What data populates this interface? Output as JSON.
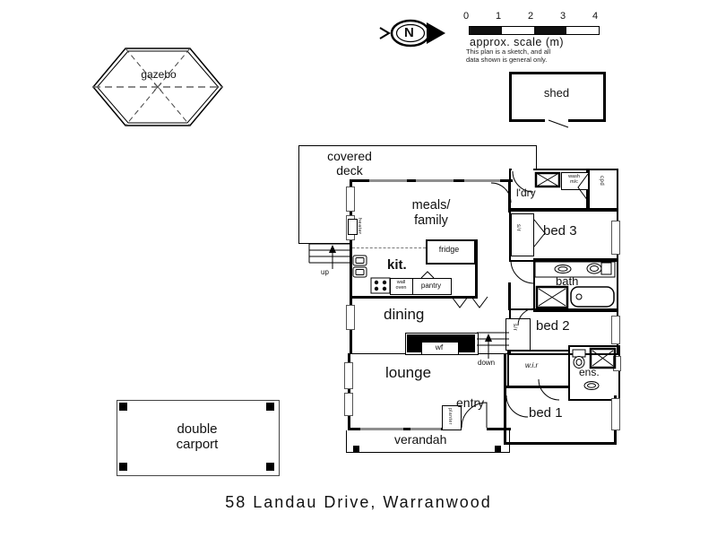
{
  "address": "58 Landau Drive, Warranwood",
  "compass": {
    "n": "N"
  },
  "scalebar": {
    "t0": "0",
    "t1": "1",
    "t2": "2",
    "t3": "3",
    "t4": "4",
    "caption": "approx. scale (m)",
    "note1": "This plan is a sketch, and all",
    "note2": "data shown is general only."
  },
  "outbuildings": {
    "gazebo": "gazebo",
    "shed": "shed",
    "carport_l1": "double",
    "carport_l2": "carport"
  },
  "rooms": {
    "deck_l1": "covered",
    "deck_l2": "deck",
    "meals_l1": "meals/",
    "meals_l2": "family",
    "laundry": "l'dry",
    "bed3": "bed 3",
    "kitchen": "kit.",
    "bath": "bath",
    "dining": "dining",
    "bed2": "bed 2",
    "lounge": "lounge",
    "entry": "entry",
    "verandah": "verandah",
    "wir": "w.i.r",
    "ensuite": "ens.",
    "bed1": "bed 1"
  },
  "fixtures": {
    "fridge": "fridge",
    "wash_l1": "wash",
    "wash_l2": "m/c",
    "cpd": "cpd",
    "sr1": "s/r",
    "sr2": "s/r",
    "walloven_l1": "wall",
    "walloven_l2": "oven",
    "pantry": "pantry",
    "wf": "wf",
    "up": "up",
    "down": "down",
    "heater": "heater",
    "planter": "planter"
  }
}
